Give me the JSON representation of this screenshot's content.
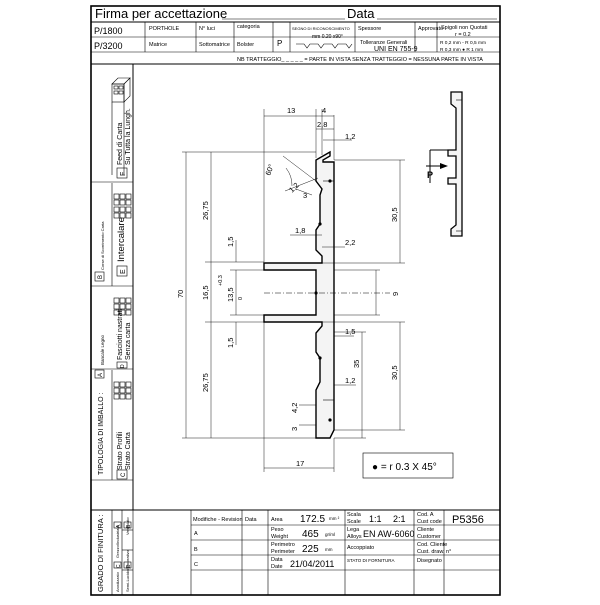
{
  "header": {
    "firma_label": "Firma per accettazione",
    "data_label": "Data",
    "codes": [
      "P/1800",
      "P/3200"
    ],
    "col_portholes": "PORTHOLE",
    "col_matrice": "Matrice",
    "col_nluci": "N° luci",
    "col_sottomatrice": "Sottomatrice",
    "col_categoria": "categoria",
    "col_bolster": "Bolster",
    "riconoscimento_label": "SEGNO DI RICONOSCIMENTO",
    "riconoscimento_value": "mm  0.20 x90°",
    "p_label": "P",
    "spessore_label": "Spessore",
    "approvato_label": "Approvato",
    "tolleranze_label": "Tolleranze  Generali",
    "tolleranze_norm": "UNI  EN 755-9",
    "spigoli_label": "Spigoli non Quotati",
    "spigoli_r": "r = 0.2",
    "spigoli_line1": "R 0,2 mm ◦ R 0,5 mm",
    "spigoli_line2": "R 0,3 mm ● R 1 mm"
  },
  "notes": {
    "tratteggio": "NB TRATTEGGIO_ _ _ _ _ = PARTE IN VISTA   SENZA TRATTEGGIO = NESSUNA PARTE IN VISTA"
  },
  "left_panel": {
    "feed_label_1": "Feed di Carta",
    "feed_label_2": "Su Tutta la Lungh.",
    "feed_letter": "F",
    "intercalare_label": "Intercalare",
    "intercalare_small": "Corse di Scorrimento Carta",
    "intercalare_letter": "E",
    "box_b_letter": "B",
    "fasciotti_label_1": "Fasciotti nastrati",
    "fasciotti_label_2": "Senza carta",
    "fasciotti_letter": "D",
    "bancale_label": "Bancale Legno",
    "bancale_letter": "A",
    "strato_label_1": "Strato Profili",
    "strato_label_2": "Strato Carta",
    "strato_letter": "C",
    "tipologia_label": "TIPOLOGIA DI IMBALLO :",
    "grado_label": "GRADO DI FINITURA :",
    "finitura_a": "Grezzo/Industriale",
    "finitura_b": "Verniciato",
    "finitura_c": "Anodizzato",
    "finitura_d": "Semi-Lucido/decorativo",
    "letters": [
      "A",
      "B",
      "C",
      "D"
    ]
  },
  "dimensions": {
    "top_13": "13",
    "top_4": "4",
    "top_2_8": "2,8",
    "top_1_2": "1,2",
    "angle_60": "60°",
    "d_1_2": "1,2",
    "d_3": "3",
    "d_1_8": "1,8",
    "d_2_2": "2,2",
    "d_1_5_top": "1,5",
    "d_1_5_bot": "1,5",
    "d_26_75_top": "26,75",
    "d_26_75_bot": "26,75",
    "d_70": "70",
    "d_16_5": "16,5",
    "d_13_5": "13,5",
    "tol_plus": "+0.3",
    "tol_minus": "0",
    "d_30_5_top": "30,5",
    "d_30_5_bot": "30,5",
    "d_9": "9",
    "d_1_5_right": "1,5",
    "d_35": "35",
    "d_1_2_bot": "1,2",
    "d_4_2": "4,2",
    "d_3_bot": "3",
    "d_17": "17",
    "legend": "● = r 0.3 X 45°",
    "p_arrow": "P"
  },
  "title_block": {
    "modifiche_label": "Modifiche - Revision",
    "data_col": "Data",
    "rev_rows": [
      "A",
      "B",
      "C"
    ],
    "area_label": "Area",
    "area_value": "172.5",
    "area_unit": "mm ²",
    "peso_label_1": "Peso",
    "peso_label_2": "Weight",
    "peso_value": "465",
    "peso_unit": "gr/ml",
    "perimetro_label_1": "Perimetro",
    "perimetro_label_2": "Perimeter",
    "perimetro_value": "225",
    "perimetro_unit": "mm",
    "data_label_1": "Data",
    "data_label_2": "Date",
    "data_value": "21/04/2011",
    "scala_label_1": "Scala",
    "scala_label_2": "Scale",
    "scala_value_1": "1:1",
    "scala_value_2": "2:1",
    "lega_label_1": "Lega",
    "lega_label_2": "Alloys",
    "lega_value": "EN AW-6060",
    "accoppiato_label": "Accoppiato",
    "stato_label": "STATO DI FORNITURA",
    "cod_a_1": "Cod. A",
    "cod_a_2": "Cust code",
    "cod_value": "P5356",
    "cliente_1": "Cliente",
    "cliente_2": "Customer",
    "cod_cliente_1": "Cod. Cliente",
    "cod_cliente_2": "Cust. draw. n°",
    "disegnato": "Disegnato"
  }
}
